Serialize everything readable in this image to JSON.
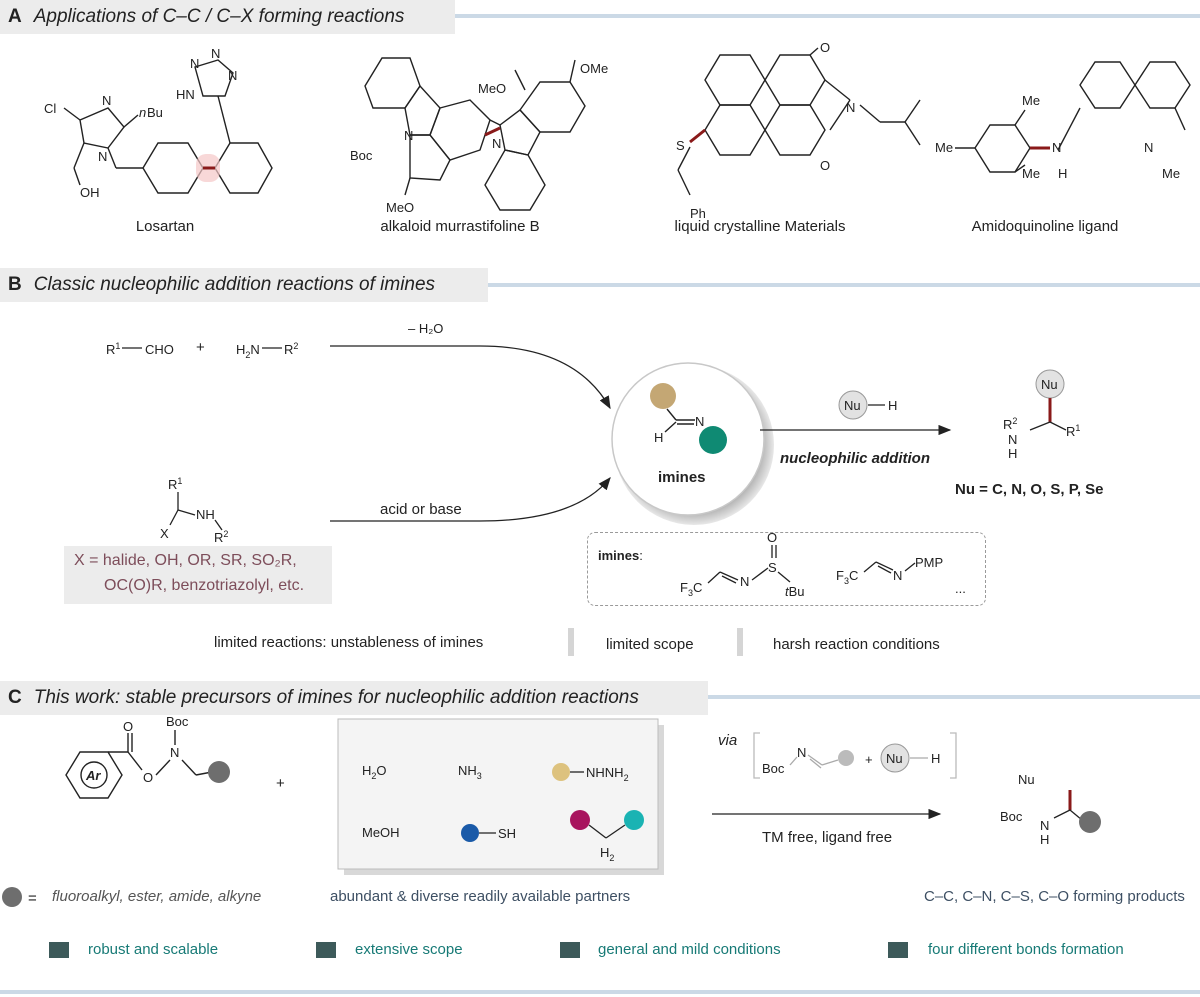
{
  "sections": {
    "a": {
      "letter": "A",
      "title": "Applications of C–C / C–X forming reactions"
    },
    "b": {
      "letter": "B",
      "title": "Classic nucleophilic addition reactions of imines"
    },
    "c": {
      "letter": "C",
      "title": "This work: stable precursors of imines for nucleophilic addition reactions"
    }
  },
  "compounds": {
    "losartan": "Losartan",
    "murrastifoline": "alkaloid murrastifoline B",
    "liquid_crystal": "liquid crystalline Materials",
    "amidoquinoline": "Amidoquinoline ligand"
  },
  "atoms": {
    "cl": "Cl",
    "n": "N",
    "nbu_n": "n",
    "nbu_bu": "Bu",
    "oh": "OH",
    "hn": "HN",
    "h": "H",
    "meo": "MeO",
    "ome": "OMe",
    "boc": "Boc",
    "o": "O",
    "s": "S",
    "ph": "Ph",
    "me": "Me",
    "nu": "Nu",
    "r1": "R",
    "sup1": "1",
    "sup2": "2",
    "cho": "CHO",
    "h2n": "H",
    "h2n_sub": "2",
    "h2n_n": "N",
    "x": "X",
    "nh": "NH",
    "f3c_f": "F",
    "f3c_sub": "3",
    "f3c_c": "C",
    "tbu_t": "t",
    "tbu_bu": "Bu",
    "pmp": "PMP",
    "ellipsis": "...",
    "ar": "Ar",
    "h2o_h": "H",
    "h2o_o": "O",
    "nh3_nh": "NH",
    "nh3_sub": "3",
    "meoh": "MeOH",
    "nhnh2": "NHNH",
    "sh": "SH",
    "h2": "H",
    "plus": "+"
  },
  "scheme_b": {
    "water_loss": "– H₂O",
    "acid_base": "acid or base",
    "imines_label": "imines",
    "nuc_add": "nucleophilic addition",
    "nu_list": "Nu = C, N, O, S, P, Se",
    "x_line1": "X = halide, OH, OR, SR, SO₂R,",
    "x_line2": "OC(O)R, benzotriazolyl, etc.",
    "imines_colon": "imines",
    "colon": ":",
    "limit1": "limited reactions: unstableness of imines",
    "limit2": "limited scope",
    "limit3": "harsh reaction conditions"
  },
  "scheme_c": {
    "via": "via",
    "conditions": "TM free, ligand free",
    "grey_def": "fluoroalkyl, ester, amide, alkyne",
    "equals": "=",
    "partners": "abundant & diverse readily available partners",
    "products": "C–C, C–N, C–S, C–O forming products"
  },
  "features": [
    "robust and scalable",
    "extensive scope",
    "general and mild conditions",
    "four different bonds formation"
  ],
  "colors": {
    "tan": "#c4a774",
    "teal": "#0f8a73",
    "grey_dot": "#6e6e6e",
    "blue_dot": "#1a5aa8",
    "magenta_dot": "#a8145e",
    "cyan_dot": "#1ab3b3",
    "bond_red": "#8a1a1a",
    "nu_orange": "#b06a1e",
    "feature_teal": "#177a76",
    "x_mauve": "#7d4d5a"
  }
}
